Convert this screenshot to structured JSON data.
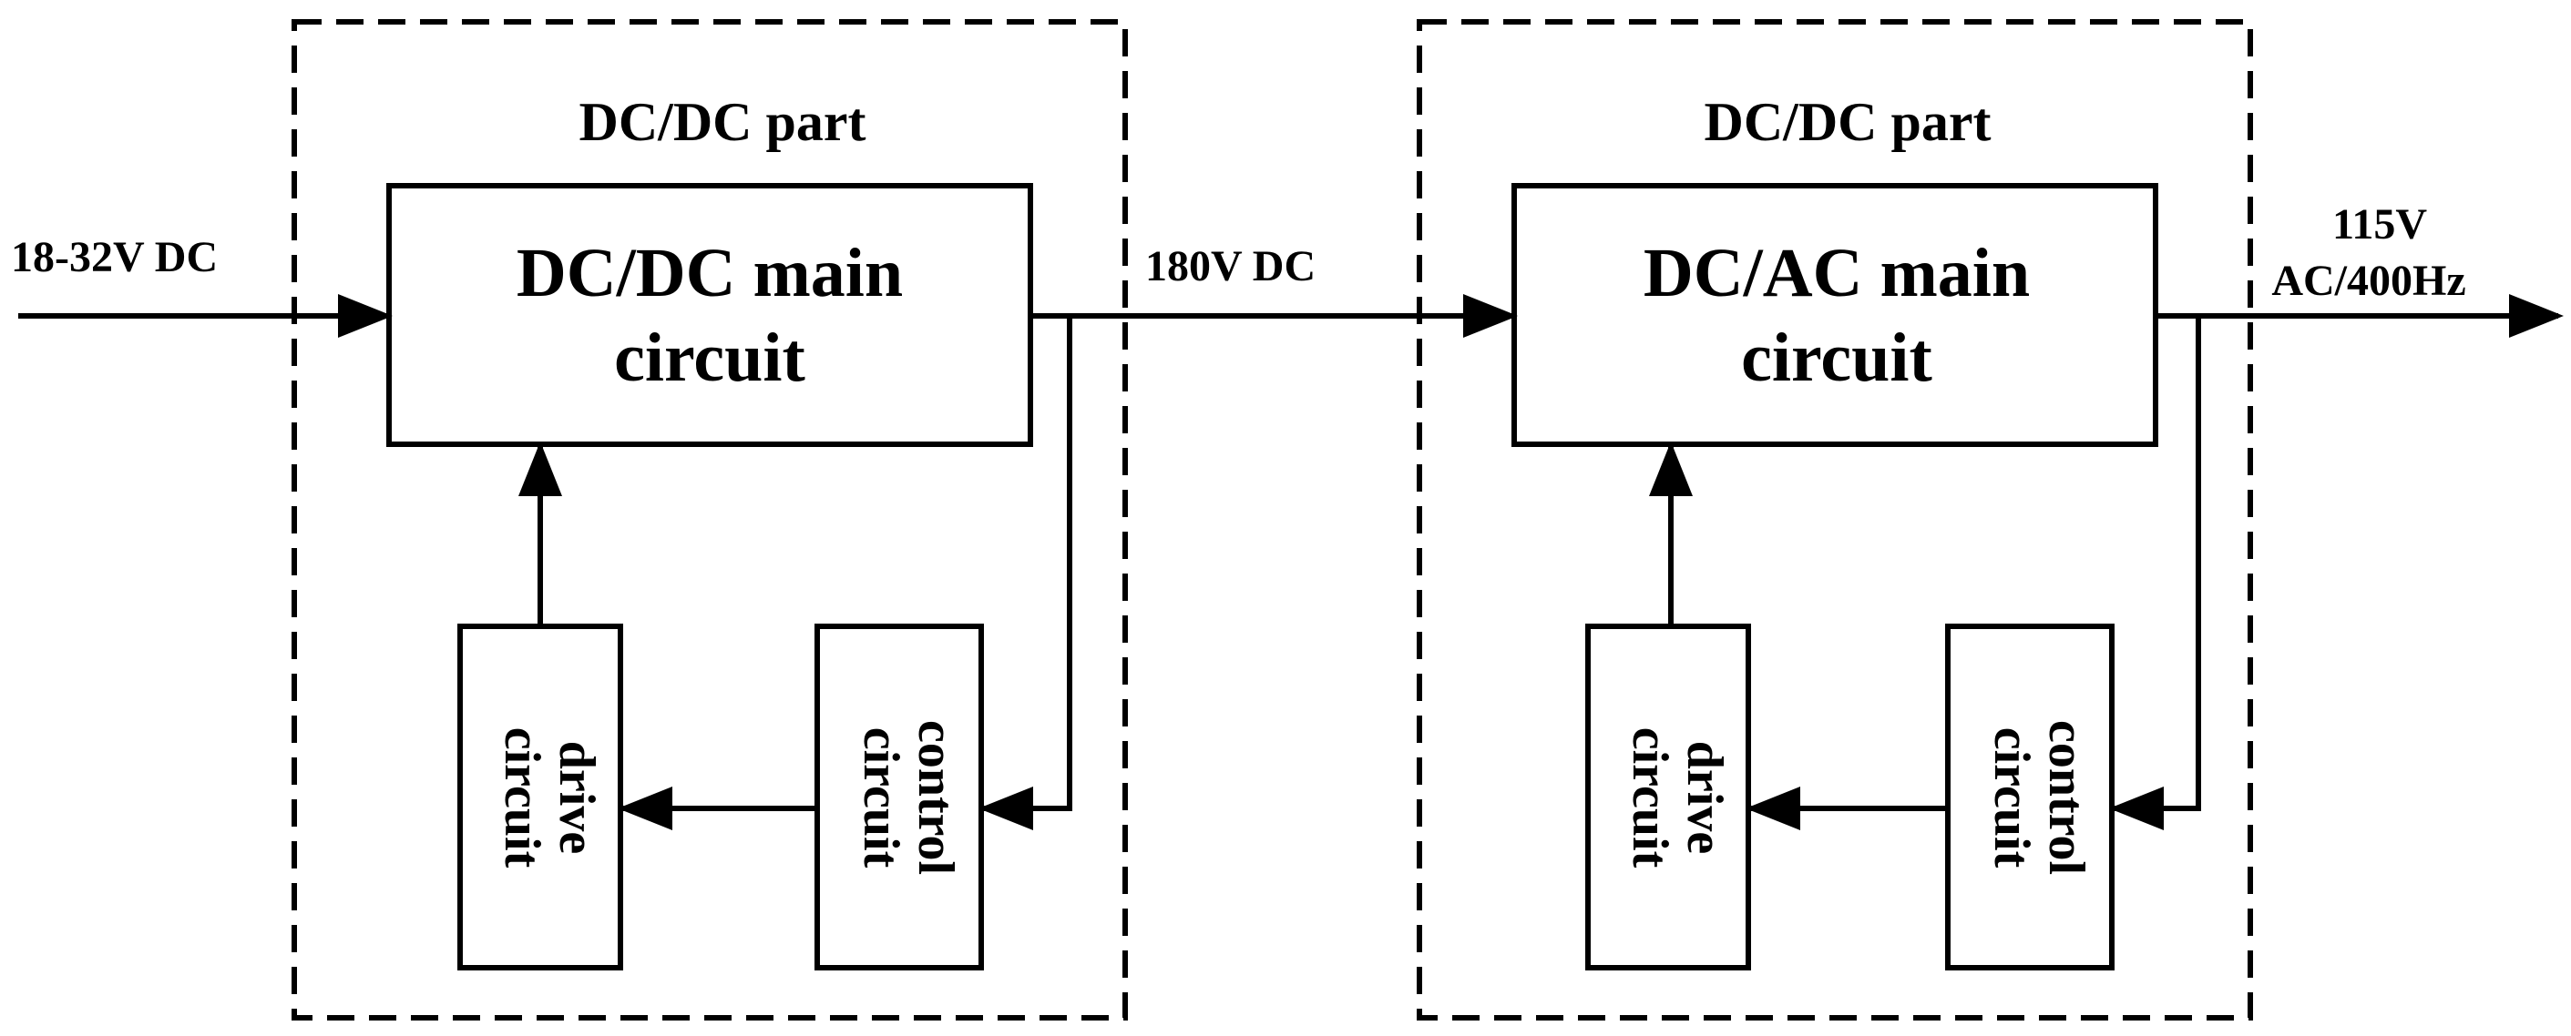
{
  "input_label": "18-32V DC",
  "mid_label": "180V DC",
  "output_label": {
    "line1": "115V",
    "line2": "AC/400Hz"
  },
  "stage1": {
    "part_title": "DC/DC part",
    "main_line1": "DC/DC main",
    "main_line2": "circuit",
    "drive_line1": "drive",
    "drive_line2": "circuit",
    "control_line1": "control",
    "control_line2": "circuit"
  },
  "stage2": {
    "part_title": "DC/DC part",
    "main_line1": "DC/AC main",
    "main_line2": "circuit",
    "drive_line1": "drive",
    "drive_line2": "circuit",
    "control_line1": "control",
    "control_line2": "circuit"
  }
}
